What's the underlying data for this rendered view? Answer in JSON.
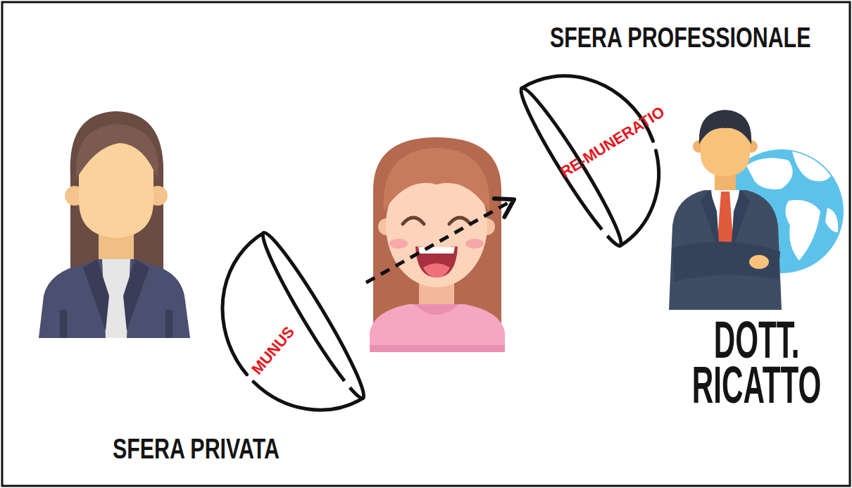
{
  "diagram": {
    "nodes": [
      {
        "text": [
          "MUNUS"
        ]
      },
      {
        "text": [
          "RE-MUNERATIO"
        ]
      }
    ],
    "edges": [
      {
        "from": 0,
        "to": 1,
        "arrow": "to"
      }
    ],
    "labels": [
      "SFERA PROFESSIONALE",
      "DOTT. RICATTO",
      "SFERA PRIVATA"
    ]
  }
}
